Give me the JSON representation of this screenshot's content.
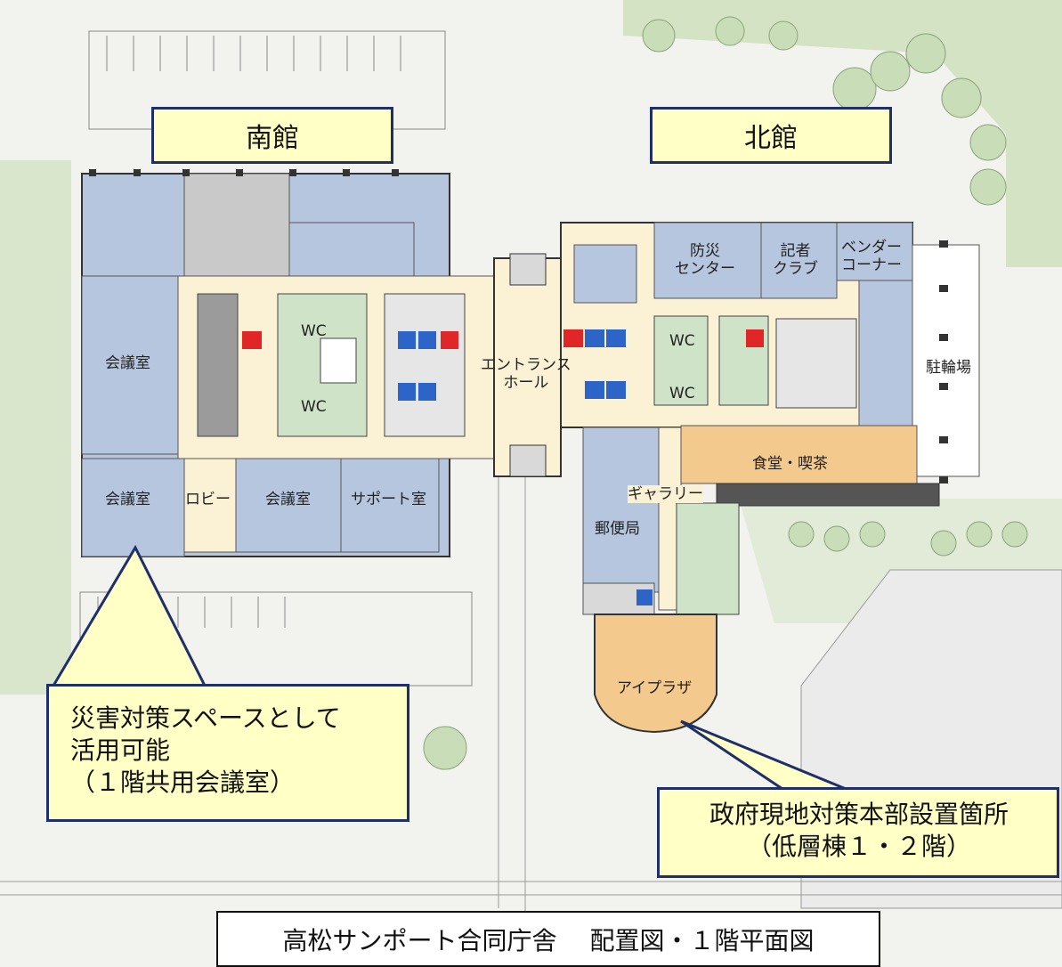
{
  "labels": {
    "south_building": "南館",
    "north_building": "北館",
    "meeting_room_1": "会議室",
    "meeting_room_2": "会議室",
    "meeting_room_3": "会議室",
    "lobby": "ロビー",
    "support_room": "サポート室",
    "wc_1": "WC",
    "wc_2": "WC",
    "wc_3": "WC",
    "wc_4": "WC",
    "entrance_hall": "エントランス\nホール",
    "disaster_center": "防災\nセンター",
    "press_club": "記者\nクラブ",
    "vendor_corner": "ベンダー\nコーナー",
    "bicycle_parking": "駐輪場",
    "cafeteria": "食堂・喫茶",
    "gallery": "ギャラリー",
    "post_office": "郵便局",
    "i_plaza": "アイプラザ"
  },
  "callouts": {
    "left": "災害対策スペースとして\n活用可能\n（１階共用会議室）",
    "right": "政府現地対策本部設置箇所\n（低層棟１・２階）"
  },
  "caption": "高松サンポート合同庁舎　 配置図・１階平面図",
  "colors": {
    "room_blue": "#b7c6df",
    "corridor_cream": "#fbf1d4",
    "cafeteria_orange": "#f3c98e",
    "wc_green": "#cfe3c8",
    "core_gray": "#9b9b9b",
    "elevator_blue": "#2c64c8",
    "stair_red": "#e02626",
    "callout_fill": "#ffffc6",
    "callout_border": "#1f2f6a"
  }
}
